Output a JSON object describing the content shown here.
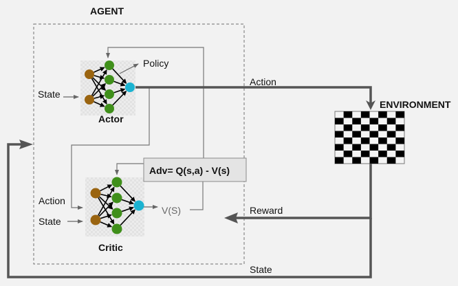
{
  "title": "AGENT",
  "environment_label": "ENVIRONMENT",
  "actor": {
    "name": "Actor",
    "input_label": "State",
    "output_label": "Policy"
  },
  "critic": {
    "name": "Critic",
    "input_action_label": "Action",
    "input_state_label": "State",
    "output_label": "V(S)"
  },
  "advantage": "Adv= Q(s,a) - V(s)",
  "flows": {
    "action": "Action",
    "reward": "Reward",
    "state": "State"
  },
  "colors": {
    "input_node": "#9a6410",
    "hidden_node": "#3f8f1a",
    "output_node": "#1bb3d1",
    "arrow": "#555555",
    "thin_line": "#777777"
  },
  "environment_grid": {
    "rows": 8,
    "cols": 8
  }
}
